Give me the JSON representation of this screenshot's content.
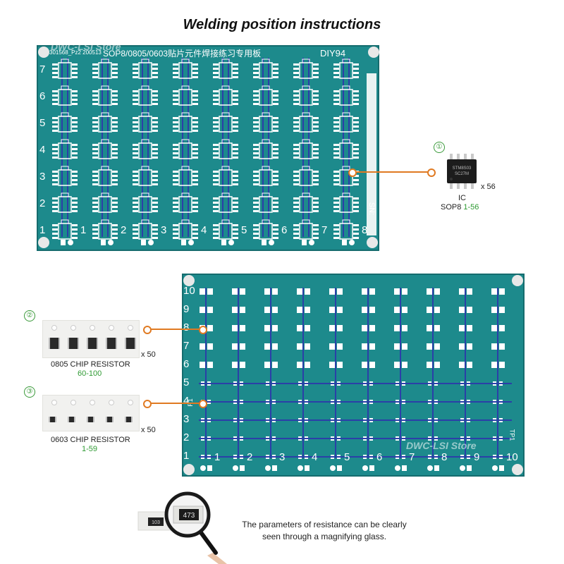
{
  "title": "Welding position instructions",
  "board1": {
    "header_code": "301568_Pz2 200513",
    "header_text": "SOP8/0805/0603贴片元件焊接练习专用板",
    "diy_label": "DIY94",
    "sn_label": "SN:",
    "row_labels": [
      "7",
      "6",
      "5",
      "4",
      "3",
      "2",
      "1"
    ],
    "col_labels": [
      "1",
      "2",
      "3",
      "4",
      "5",
      "6",
      "7",
      "8"
    ]
  },
  "board2": {
    "row_labels": [
      "10",
      "9",
      "8",
      "7",
      "6",
      "5",
      "4",
      "3",
      "2",
      "1"
    ],
    "col_labels": [
      "1",
      "2",
      "3",
      "4",
      "5",
      "6",
      "7",
      "8",
      "9",
      "10"
    ],
    "tp_label": "TP1",
    "side_label": "R1"
  },
  "watermarks": [
    "DWC-LSI Store",
    "DWC-LSI Store"
  ],
  "callouts": [
    {
      "num": "①",
      "name": "IC",
      "sub": "SOP8 ",
      "range": "1-56",
      "qty": "x 56",
      "chip_text_1": "STM8S03",
      "chip_text_2": "SC27M"
    },
    {
      "num": "②",
      "name": "0805 CHIP RESISTOR",
      "range": "60-100",
      "qty": "x 50"
    },
    {
      "num": "③",
      "name": "0603 CHIP RESISTOR",
      "range": "1-59",
      "qty": "x 50"
    }
  ],
  "magnifier": {
    "chip_label": "473",
    "small_label": "103",
    "note_line1": "The parameters of resistance can be clearly",
    "note_line2": "seen through a magnifying glass."
  },
  "colors": {
    "pcb": "#1d8a8c",
    "trace": "#2b3fa8",
    "callout": "#e07a22",
    "green_text": "#2f9a33"
  }
}
